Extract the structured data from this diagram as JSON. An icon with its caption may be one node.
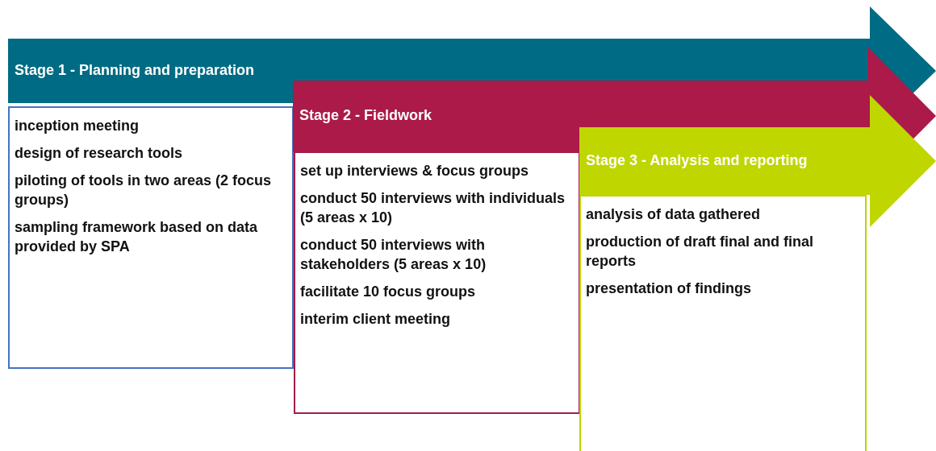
{
  "diagram": {
    "nodes": [
      {
        "text": [
          "Stage 1 - Planning and preparation"
        ]
      },
      {
        "text": [
          "inception meeting",
          "design of research tools",
          "piloting of tools in two areas (2 focus groups)",
          "sampling framework based on data provided by SPA"
        ]
      },
      {
        "text": [
          "Stage 2 - Fieldwork"
        ]
      },
      {
        "text": [
          "set up interviews & focus groups",
          "conduct 50 interviews with individuals (5 areas x 10)",
          "conduct 50 interviews with stakeholders (5 areas x 10)",
          "facilitate 10 focus groups",
          "interim client meeting"
        ]
      },
      {
        "text": [
          "Stage 3 - Analysis and reporting"
        ]
      },
      {
        "text": [
          "analysis of data gathered",
          "production of draft final and final reports",
          "presentation of findings"
        ]
      }
    ],
    "edges": []
  }
}
